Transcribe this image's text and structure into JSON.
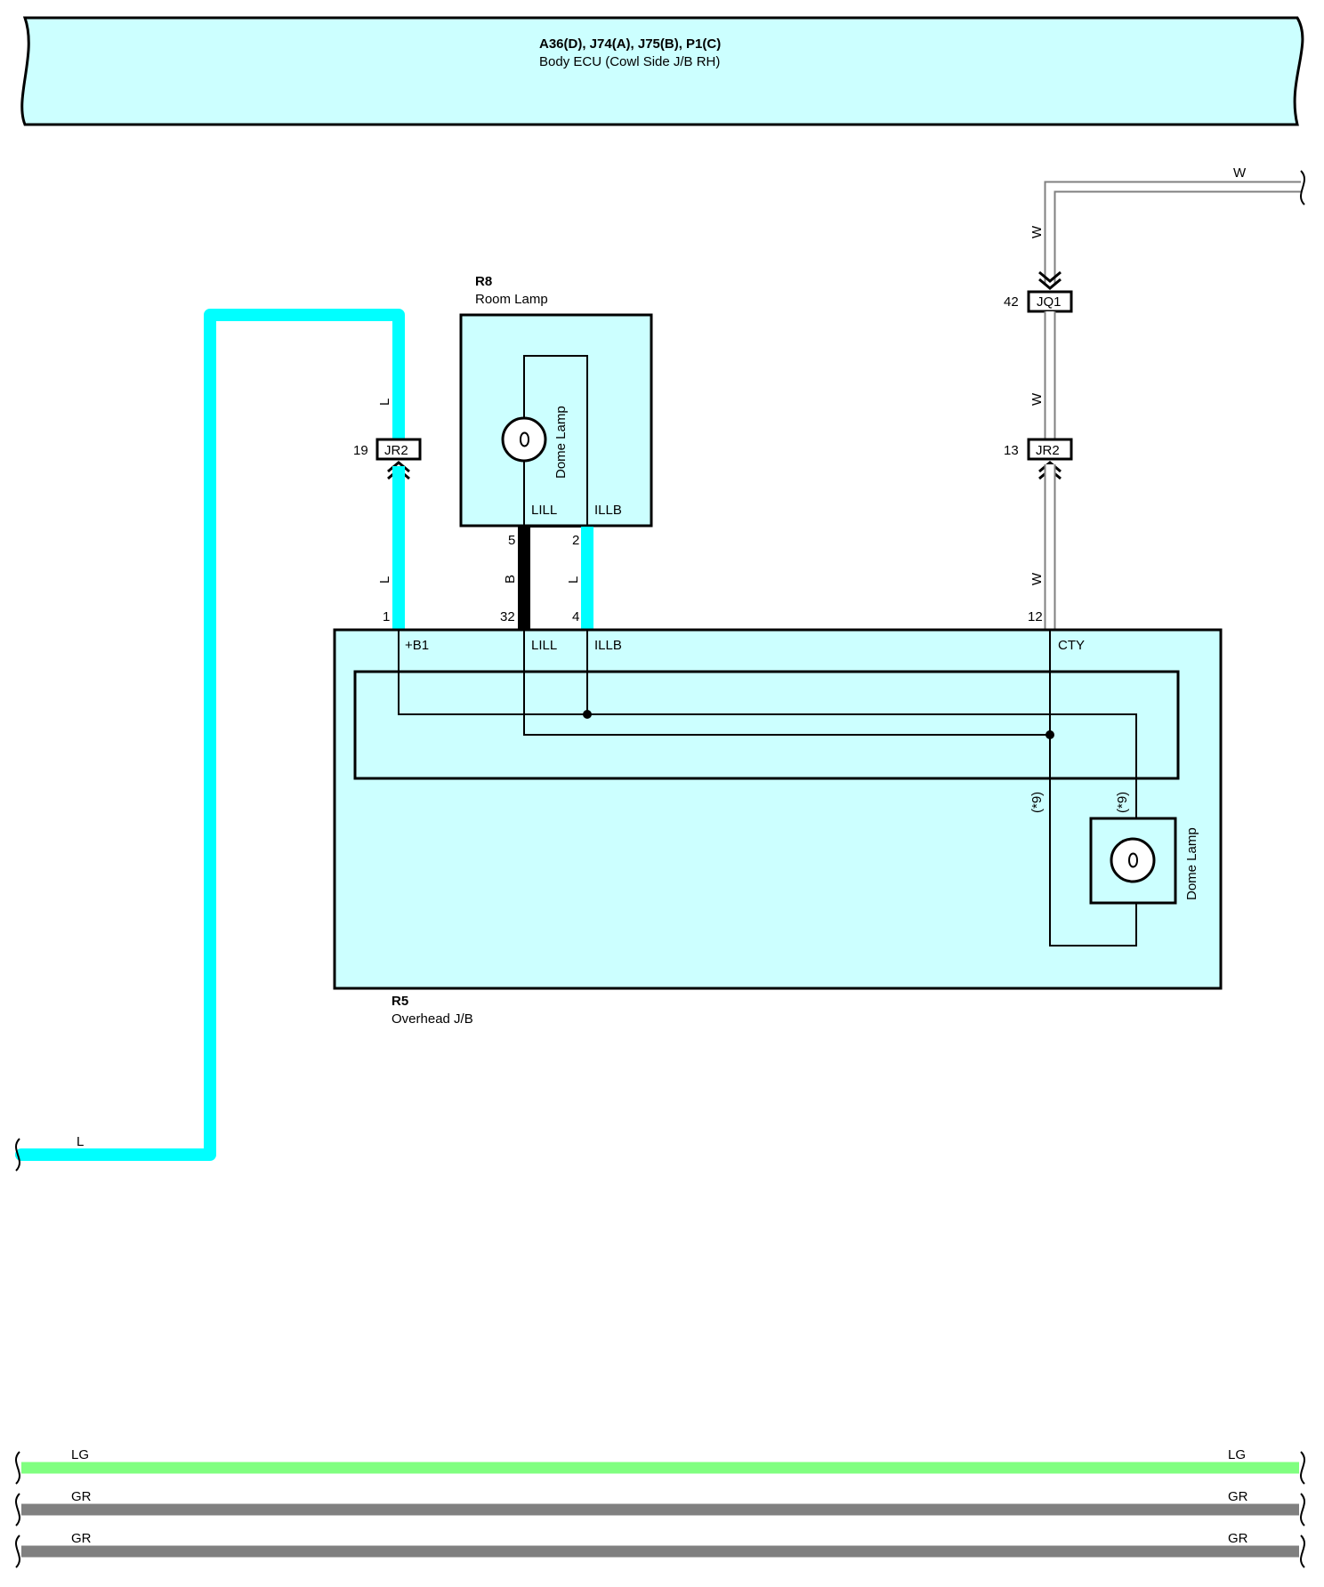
{
  "ecu": {
    "connectors": "A36(D), J74(A), J75(B), P1(C)",
    "name": "Body ECU (Cowl Side J/B RH)",
    "fill": "#ccffff"
  },
  "room_lamp": {
    "code": "R8",
    "name": "Room Lamp",
    "bulb_label": "Dome Lamp",
    "pin_lill": "LILL",
    "pin_illb": "ILLB",
    "pin_lill_no": "5",
    "pin_illb_no": "2"
  },
  "overhead_jb": {
    "code": "R5",
    "name": "Overhead J/B",
    "pins": {
      "b1": {
        "no": "1",
        "label": "+B1"
      },
      "lill": {
        "no": "32",
        "label": "LILL"
      },
      "illb": {
        "no": "4",
        "label": "ILLB"
      },
      "cty": {
        "no": "12",
        "label": "CTY"
      }
    },
    "bulb_label": "Dome Lamp",
    "note_left": "(*9)",
    "note_right": "(*9)"
  },
  "junctions": {
    "jr2_left": {
      "code": "JR2",
      "pin": "19"
    },
    "jq1": {
      "code": "JQ1",
      "pin": "42"
    },
    "jr2_right": {
      "code": "JR2",
      "pin": "13"
    }
  },
  "wire_colors": {
    "L": "L",
    "B": "B",
    "W": "W",
    "LG": "LG",
    "GR": "GR"
  },
  "colors": {
    "L": "#00ffff",
    "B": "#000000",
    "W": "#ffffff",
    "LG": "#80ff80",
    "GR": "#808080"
  }
}
